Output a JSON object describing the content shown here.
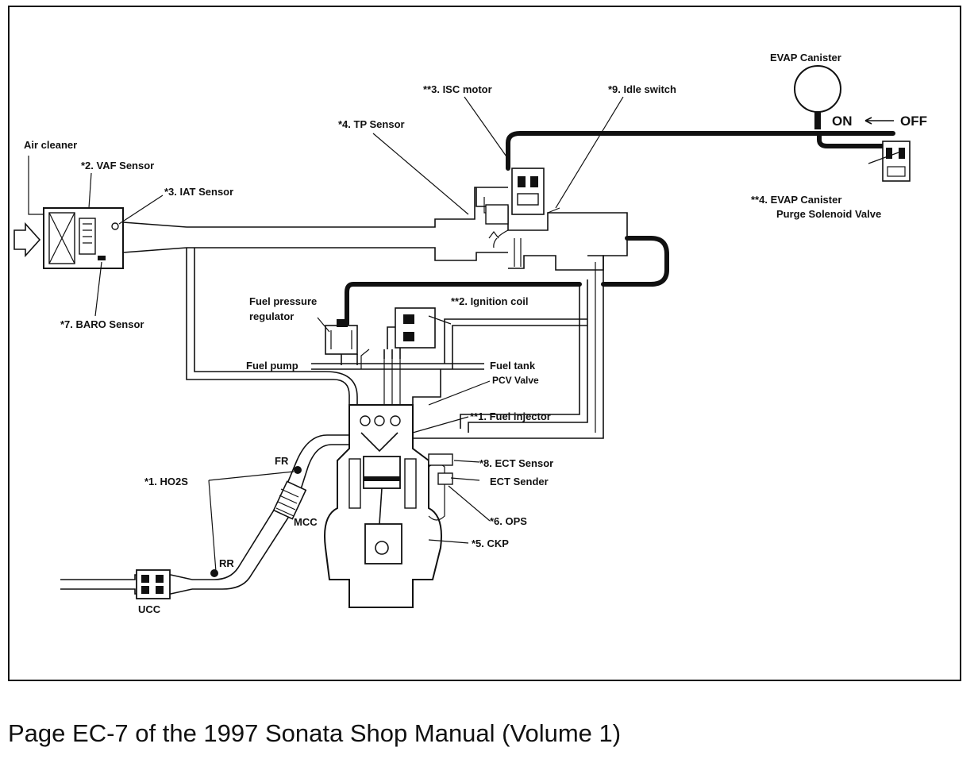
{
  "labels": {
    "evap_canister": "EVAP Canister",
    "on": "ON",
    "off": "OFF",
    "isc_motor": "**3. ISC motor",
    "idle_switch": "*9. Idle switch",
    "tp_sensor": "*4. TP Sensor",
    "air_cleaner": "Air cleaner",
    "vaf_sensor": "*2. VAF Sensor",
    "iat_sensor": "*3. IAT Sensor",
    "evap_purge_line1": "**4. EVAP Canister",
    "evap_purge_line2": "Purge Solenoid Valve",
    "baro_sensor": "*7. BARO Sensor",
    "fuel_pressure_line1": "Fuel pressure",
    "fuel_pressure_line2": "regulator",
    "ignition_coil": "**2. Ignition coil",
    "fuel_pump": "Fuel pump",
    "fuel_tank": "Fuel tank",
    "pcv_valve": "PCV Valve",
    "fuel_injector": "**1. Fuel injector",
    "fr": "FR",
    "ho2s": "*1. HO2S",
    "ect_sensor": "*8. ECT Sensor",
    "ect_sender": "ECT Sender",
    "mcc": "MCC",
    "ops": "*6. OPS",
    "ckp": "*5. CKP",
    "rr": "RR",
    "ucc": "UCC"
  },
  "caption": "Page EC-7 of the 1997 Sonata Shop Manual (Volume 1)"
}
